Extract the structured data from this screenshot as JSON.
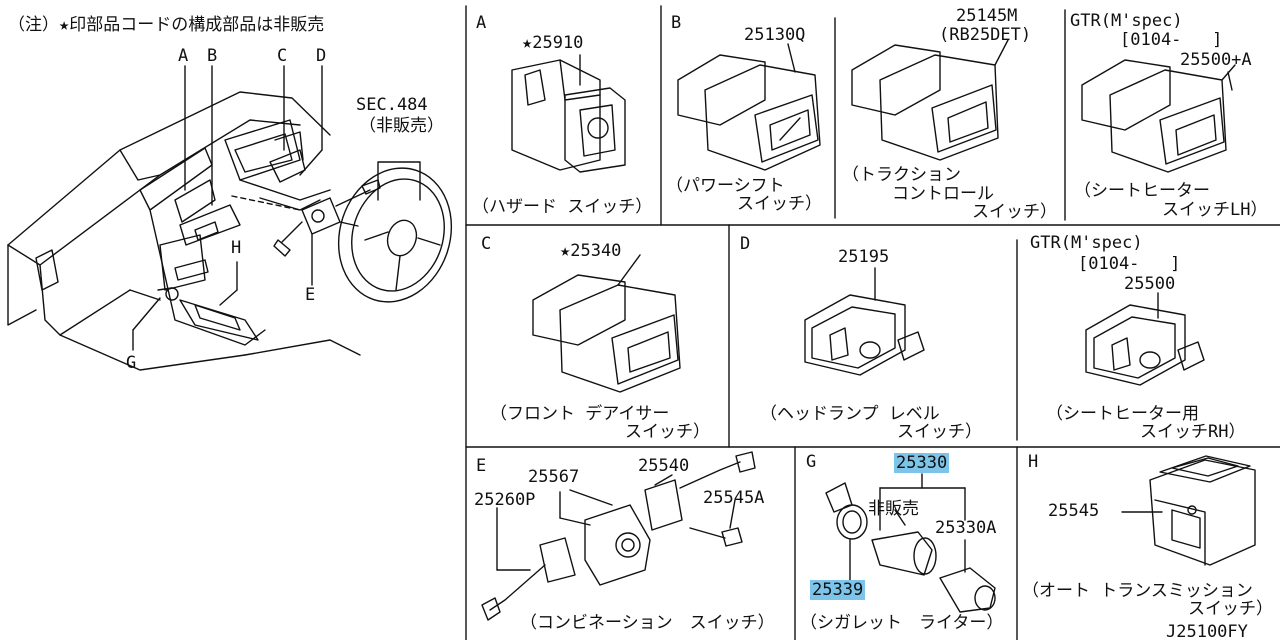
{
  "note": "（注）★印部品コードの構成部品は非販売",
  "overview": {
    "callouts": {
      "a": "A",
      "b": "B",
      "c": "C",
      "d": "D",
      "e": "E",
      "g": "G",
      "h": "H"
    },
    "sec_ref": "SEC.484",
    "sec_note": "（非販売）"
  },
  "panels": {
    "a": {
      "letter": "A",
      "part": "★25910",
      "cap1": "（ハザード スイッチ）"
    },
    "b": {
      "letter": "B",
      "part": "25130Q",
      "cap1": "（パワーシフト",
      "cap2": "スイッチ）"
    },
    "tc": {
      "part": "25145M",
      "variant": "(RB25DET)",
      "cap1": "（トラクション",
      "cap2": "コントロール",
      "cap3": "スイッチ）"
    },
    "gtr1": {
      "title": "GTR(M'spec)",
      "period": "[0104-   ]",
      "part": "25500+A",
      "cap1": "（シートヒーター",
      "cap2": "スイッチLH）"
    },
    "c": {
      "letter": "C",
      "part": "★25340",
      "cap1": "（フロント デアイサー",
      "cap2": "スイッチ）"
    },
    "d": {
      "letter": "D",
      "part": "25195",
      "cap1": "（ヘッドランプ レベル",
      "cap2": "スイッチ）"
    },
    "gtr2": {
      "title": "GTR(M'spec)",
      "period": "[0104-   ]",
      "part": "25500",
      "cap1": "（シートヒーター用",
      "cap2": "スイッチRH）"
    },
    "e": {
      "letter": "E",
      "p1": "25567",
      "p2": "25540",
      "p3": "25260P",
      "p4": "25545A",
      "cap1": "（コンビネーション　スイッチ）"
    },
    "g": {
      "letter": "G",
      "p1": "25330",
      "p2": "非販売",
      "p3": "25330A",
      "p4": "25339",
      "cap1": "（シガレット　ライター）"
    },
    "h": {
      "letter": "H",
      "part": "25545",
      "cap1": "（オート トランスミッション",
      "cap2": "スイッチ）"
    }
  },
  "figure_id": "J25100FY",
  "colors": {
    "highlight": "#7cc4ea",
    "ink": "#111111"
  }
}
